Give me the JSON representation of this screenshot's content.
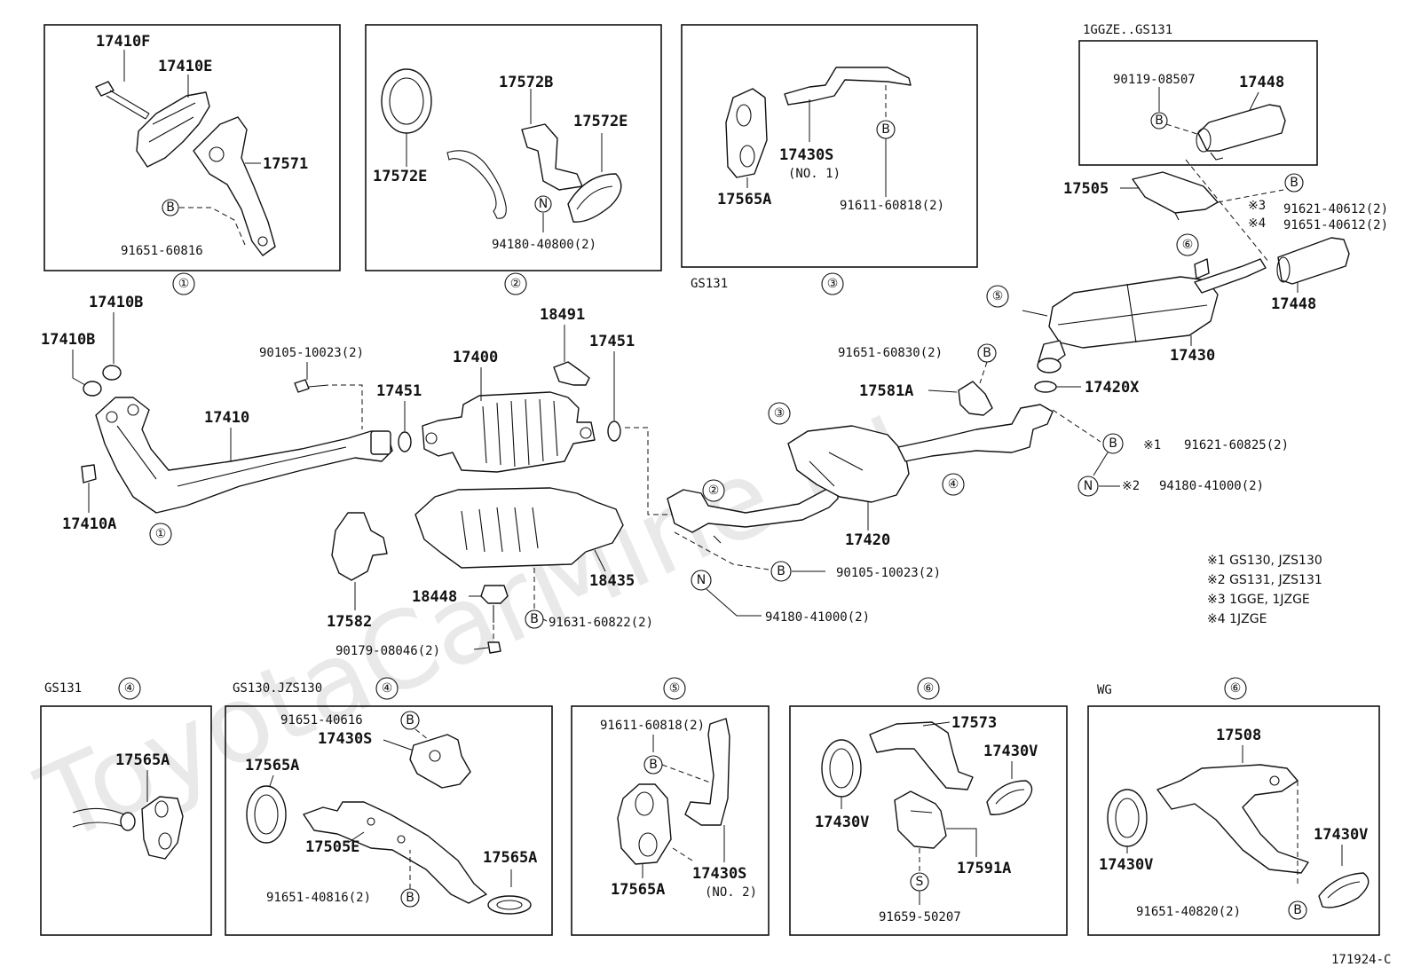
{
  "watermark": "ToyotaCarMine.ru",
  "drawing_number": "171924-C",
  "variant_labels": {
    "top_right_box": "1GGZE..GS131",
    "gs131_a": "GS131",
    "gs131_b": "GS131",
    "gs130_jzs130": "GS130.JZS130",
    "wg": "WG"
  },
  "callouts": [
    "①",
    "②",
    "③",
    "④",
    "⑤",
    "⑥"
  ],
  "markers": {
    "B": "B",
    "N": "N",
    "S": "S"
  },
  "parts": {
    "p17410F": "17410F",
    "p17410E": "17410E",
    "p17571": "17571",
    "p91651_60816": "91651-60816",
    "p17572B": "17572B",
    "p17572E_a": "17572E",
    "p17572E_b": "17572E",
    "p94180_40800": "94180-40800(2)",
    "p17565A_top": "17565A",
    "p17430S_1": "17430S",
    "no1": "(NO. 1)",
    "p91611_60818_top": "91611-60818(2)",
    "p90119_08507": "90119-08507",
    "p17448_a": "17448",
    "p17448_b": "17448",
    "p17505": "17505",
    "p91621_40612": "91621-40612(2)",
    "p91651_40612": "91651-40612(2)",
    "p17430": "17430",
    "p17420X": "17420X",
    "p91621_60825": "91621-60825(2)",
    "p94180_41000_right": "94180-41000(2)",
    "p91651_60830": "91651-60830(2)",
    "p17581A": "17581A",
    "p17420": "17420",
    "p90105_10023_b": "90105-10023(2)",
    "p94180_41000_mid": "94180-41000(2)",
    "p17410B_a": "17410B",
    "p17410B_b": "17410B",
    "p90105_10023_a": "90105-10023(2)",
    "p17410": "17410",
    "p17410A": "17410A",
    "p17451_a": "17451",
    "p17451_b": "17451",
    "p17400": "17400",
    "p18491": "18491",
    "p18435": "18435",
    "p17582": "17582",
    "p18448": "18448",
    "p91631_60822": "91631-60822(2)",
    "p90179_08046": "90179-08046(2)",
    "b1_17565A": "17565A",
    "b2_91651_40616": "91651-40616",
    "b2_17430S": "17430S",
    "b2_17565A_a": "17565A",
    "b2_17505E": "17505E",
    "b2_17565A_b": "17565A",
    "b2_91651_40816": "91651-40816(2)",
    "b3_91611_60818": "91611-60818(2)",
    "b3_17565A": "17565A",
    "b3_17430S": "17430S",
    "no2": "(NO. 2)",
    "b4_17573": "17573",
    "b4_17430V_a": "17430V",
    "b4_17430V_b": "17430V",
    "b4_17591A": "17591A",
    "b4_91659_50207": "91659-50207",
    "b5_17508": "17508",
    "b5_17430V_a": "17430V",
    "b5_17430V_b": "17430V",
    "b5_91651_40820": "91651-40820(2)"
  },
  "footnote_marks": {
    "m1": "※1",
    "m2": "※2",
    "m3": "※3",
    "m4": "※4"
  },
  "footnotes": [
    "※1 GS130, JZS130",
    "※2 GS131, JZS131",
    "※3 1GGE, 1JZGE",
    "※4 1JZGE"
  ]
}
